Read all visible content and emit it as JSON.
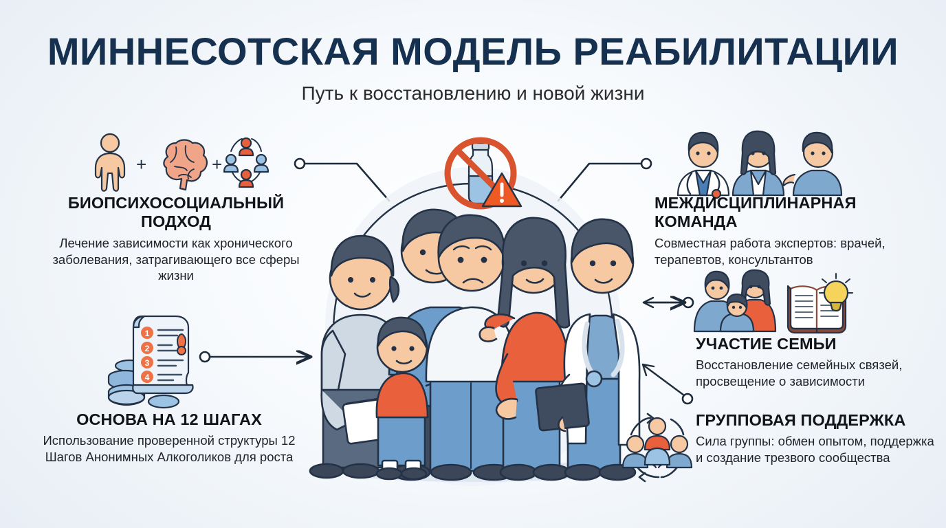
{
  "header": {
    "title": "МИННЕСОТСКАЯ МОДЕЛЬ РЕАБИЛИТАЦИИ",
    "subtitle": "Путь к восстановлению и новой жизни"
  },
  "colors": {
    "title_navy": "#16304f",
    "heading_dark": "#111418",
    "body_text": "#20242a",
    "accent_orange": "#e8603c",
    "accent_orange_light": "#f2a07c",
    "skin": "#f7c9a3",
    "blue_light": "#9cc3e4",
    "blue_mid": "#6d9ecb",
    "blue_deep": "#4a7fb5",
    "outline": "#2b3a4a",
    "slate": "#46566b",
    "white_coat": "#ffffff",
    "bg_page": "#f2f6fa"
  },
  "blocks": [
    {
      "id": "bio",
      "title": "БИОПСИХОСОЦИАЛЬНЫЙ ПОДХОД",
      "desc": "Лечение зависимости как хронического заболевания, затрагивающего все сферы жизни",
      "icon": "body-brain-social-icon"
    },
    {
      "id": "steps",
      "title": "ОСНОВА НА 12 ШАГАХ",
      "desc": "Использование проверенной структуры 12 Шагов Анонимных Алкоголиков для роста",
      "icon": "numbered-scroll-steps-icon"
    },
    {
      "id": "team",
      "title": "МЕЖДИСЦИПЛИНАРНАЯ КОМАНДА",
      "desc": "Совместная работа экспертов: врачей, терапевтов, консультантов",
      "icon": "professionals-trio-icon"
    },
    {
      "id": "family",
      "title": "УЧАСТИЕ СЕМЬИ",
      "desc": "Восстановление семейных связей, просвещение о зависимости",
      "icon": "family-and-book-icon"
    },
    {
      "id": "group",
      "title": "ГРУППОВАЯ ПОДДЕРЖКА",
      "desc": "Сила группы: обмен опытом, поддержка и создание трезвого сообщества",
      "icon": "support-circle-icon"
    }
  ],
  "central": {
    "no_alcohol_icon": "no-alcohol-bottle-icon",
    "warning_icon": "warning-triangle-icon",
    "scene_label": "family-and-care-team-illustration"
  },
  "steps_icon": {
    "numbers": [
      "1",
      "2",
      "3",
      "4"
    ]
  },
  "connectors": [
    {
      "id": "bio-connector",
      "from": "БИОПСИХОСОЦИАЛЬНЫЙ ПОДХОД",
      "style": "elbow",
      "endpoint": "circle"
    },
    {
      "id": "steps-connector",
      "from": "ОСНОВА НА 12 ШАГАХ",
      "style": "arrow-right",
      "endpoint": "circle"
    },
    {
      "id": "team-connector",
      "from": "МЕЖДИСЦИПЛИНАРНАЯ КОМАНДА",
      "style": "elbow",
      "endpoint": "circle"
    },
    {
      "id": "family-connector",
      "from": "УЧАСТИЕ СЕМЬИ",
      "style": "arrow-left",
      "endpoint": "circle"
    },
    {
      "id": "group-connector",
      "from": "ГРУППОВАЯ ПОДДЕРЖКА",
      "style": "arrow-diagonal",
      "endpoint": "circle"
    }
  ]
}
